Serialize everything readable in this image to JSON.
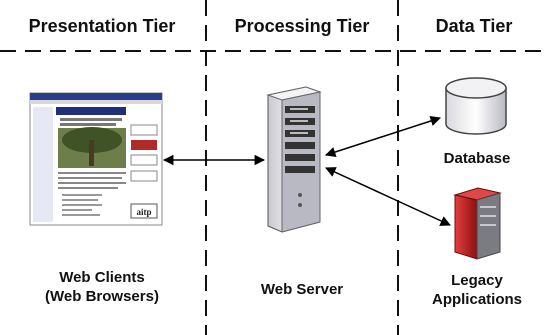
{
  "diagram": {
    "tiers": [
      {
        "label": "Presentation Tier"
      },
      {
        "label": "Processing Tier"
      },
      {
        "label": "Data Tier"
      }
    ],
    "components": {
      "web_clients": {
        "line1": "Web Clients",
        "line2": "(Web Browsers)"
      },
      "web_server": {
        "label": "Web Server"
      },
      "database": {
        "label": "Database"
      },
      "legacy": {
        "line1": "Legacy",
        "line2": "Applications"
      }
    },
    "screenshot_badge": "aitp",
    "colors": {
      "divider": "#111111",
      "arrow": "#000000",
      "server_body": "#e8e8ec",
      "legacy_red": "#c81e1e",
      "page_blue": "#1f2f7a"
    }
  }
}
